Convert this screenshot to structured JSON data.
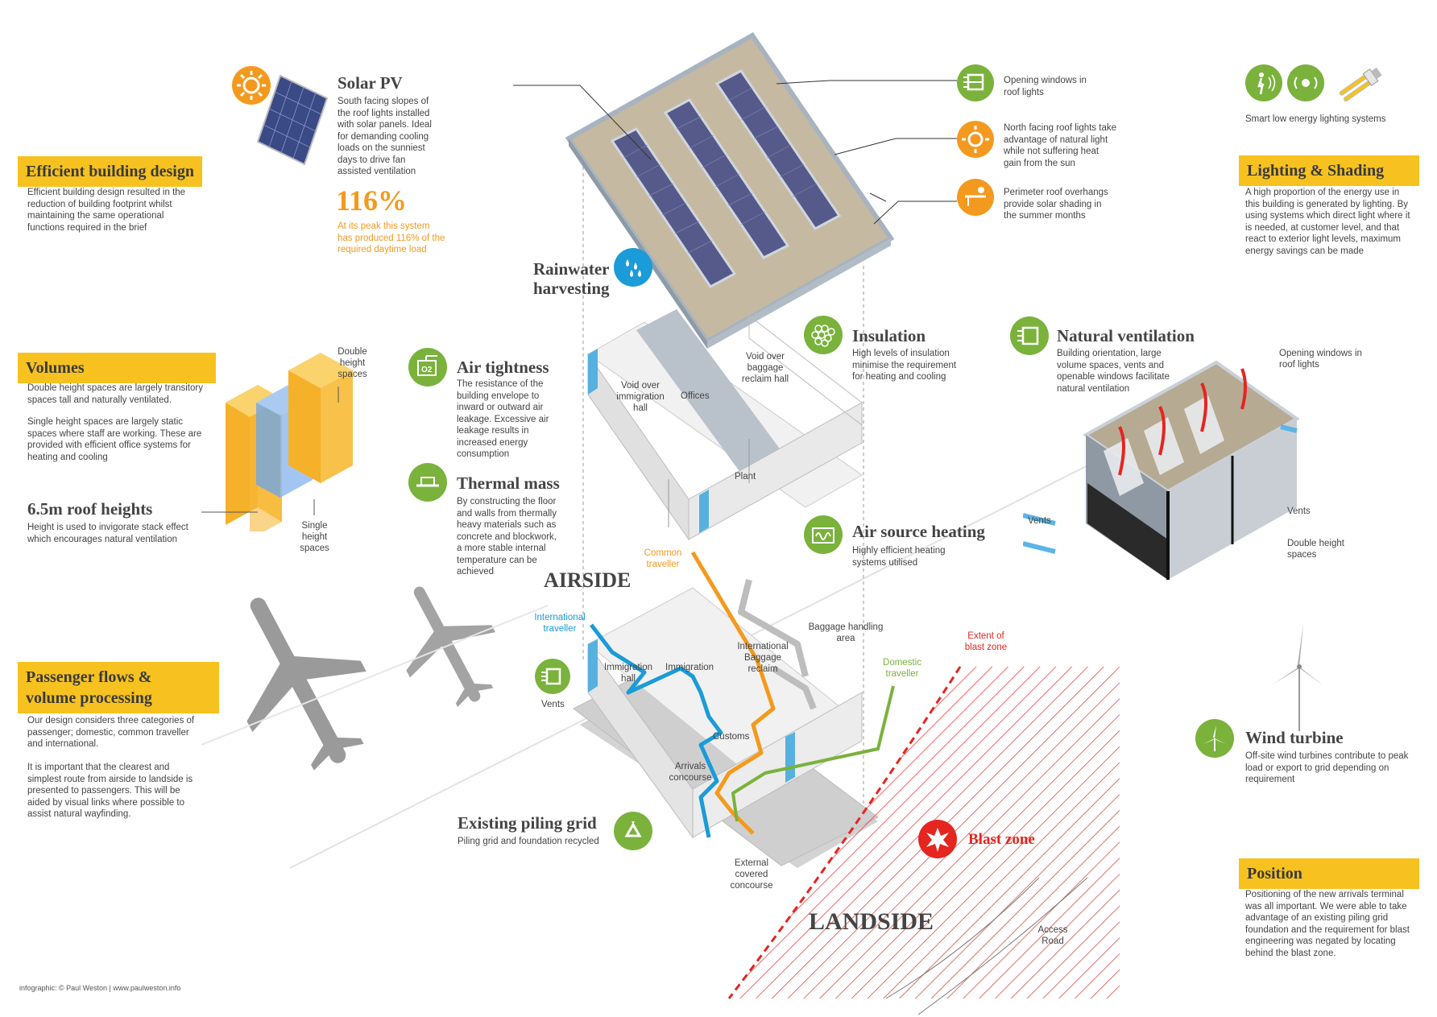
{
  "sections": {
    "efficient": {
      "heading": "Efficient building design",
      "text": "Efficient building design resulted in the reduction of building footprint whilst maintaining the same operational functions required in the brief"
    },
    "volumes": {
      "heading": "Volumes",
      "text1": "Double height spaces are largely transitory spaces tall and naturally ventilated.",
      "text2": "Single height spaces are largely static spaces where staff are working. These are provided with efficient office systems for heating and cooling"
    },
    "roof_heights": {
      "title": "6.5m roof heights",
      "text": "Height is used to invigorate stack effect which encourages natural ventilation"
    },
    "passenger": {
      "heading_line1": "Passenger flows &",
      "heading_line2": "volume processing",
      "text1": "Our design considers three categories of passenger; domestic, common traveller and international.",
      "text2": "It is important that the clearest and simplest route from airside to landside is presented to passengers. This will be aided by visual links where possible to assist natural wayfinding."
    },
    "lighting": {
      "heading": "Lighting & Shading",
      "caption": "Smart low energy lighting systems",
      "text": "A high proportion of the energy use in this building is generated by lighting. By using systems which  direct light where it is needed, at customer level, and that react to exterior light levels, maximum energy savings can be made"
    },
    "position": {
      "heading": "Position",
      "text": "Positioning of the new arrivals terminal was all important. We were able to take advantage of an existing piling grid foundation and the requirement for blast engineering was negated by locating behind the blast zone."
    }
  },
  "features": {
    "solar": {
      "title": "Solar PV",
      "text": "South facing slopes of the roof lights installed with solar panels. Ideal for demanding cooling loads on the sunniest days to drive fan assisted ventilation",
      "stat": "116%",
      "stat_text": "At its peak this system has produced 116% of the required daytime load"
    },
    "rainwater": {
      "title_line1": "Rainwater",
      "title_line2": "harvesting"
    },
    "air_tightness": {
      "title": "Air tightness",
      "text": "The resistance of the building envelope to inward or outward air leakage. Excessive air leakage results in increased energy consumption"
    },
    "thermal": {
      "title": "Thermal mass",
      "text": "By constructing the floor and walls from thermally heavy materials such as concrete and blockwork, a more stable internal temperature can be achieved"
    },
    "insulation": {
      "title": "Insulation",
      "text": "High levels of insulation minimise the requirement for heating and cooling"
    },
    "air_source": {
      "title": "Air source heating",
      "text": "Highly efficient heating systems utilised"
    },
    "natural_vent": {
      "title": "Natural ventilation",
      "text": "Building orientation, large volume spaces, vents and openable windows facilitate natural ventilation"
    },
    "piling": {
      "title": "Existing piling grid",
      "text": "Piling grid and foundation recycled"
    },
    "wind": {
      "title": "Wind turbine",
      "text": "Off-site wind turbines contribute to peak load or export to grid depending on requirement"
    },
    "blast": {
      "title": "Blast zone"
    }
  },
  "roof_notes": {
    "windows": "Opening windows in roof lights",
    "north": "North facing roof lights take advantage of natural light while not suffering heat gain from the sun",
    "overhang": "Perimeter roof overhangs provide solar shading in the summer months"
  },
  "labels": {
    "double_height": "Double height spaces",
    "single_height": "Single height spaces",
    "void_immigration": "Void over immigration hall",
    "offices": "Offices",
    "void_baggage": "Void over baggage reclaim hall",
    "plant": "Plant",
    "common_traveller": "Common traveller",
    "international_traveller": "International traveller",
    "domestic_traveller": "Domestic traveller",
    "airside": "AIRSIDE",
    "landside": "LANDSIDE",
    "immigration_hall": "Immigration hall",
    "immigration": "Immigration",
    "intl_baggage": "International Baggage reclaim",
    "baggage_handling": "Baggage handling area",
    "customs": "Customs",
    "arrivals": "Arrivals concourse",
    "external": "External covered concourse",
    "vents": "Vents",
    "extent_blast": "Extent of blast zone",
    "access_road": "Access Road",
    "vent_windows": "Opening windows in roof lights",
    "vent_vents_left": "Vents",
    "vent_vents_right": "Vents",
    "vent_double": "Double height spaces"
  },
  "credit": "infographic: © Paul Weston  |  www.paulweston.info",
  "colors": {
    "yellow": "#f7c21f",
    "green": "#7ab23c",
    "orange": "#f39a1e",
    "blue": "#1b9bd7",
    "red": "#e52520"
  }
}
